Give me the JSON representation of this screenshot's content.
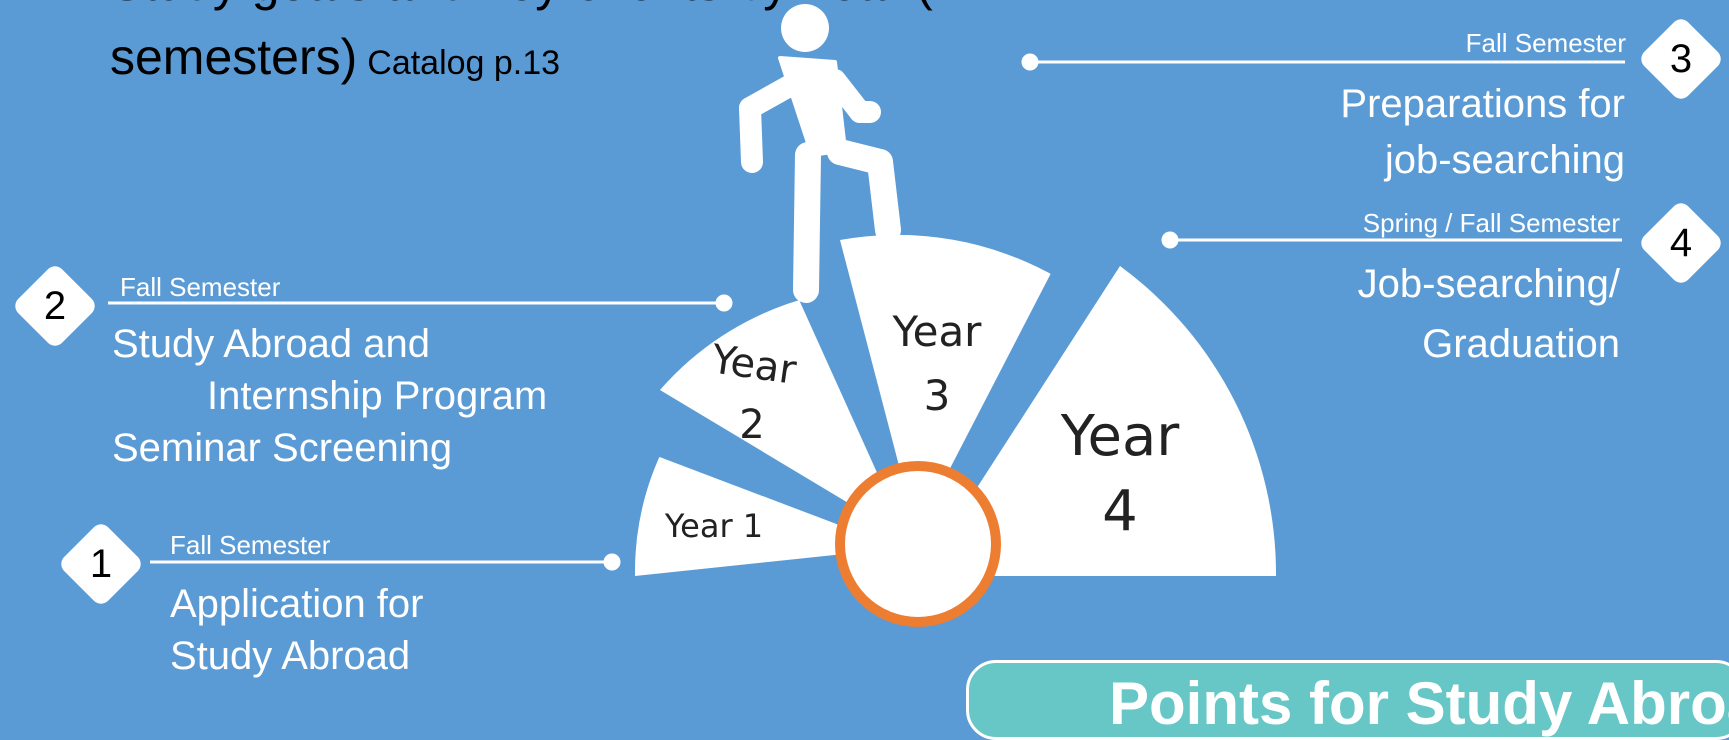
{
  "title": {
    "line1": "Study goals and key events by Year (",
    "line2": "semesters)",
    "catalog_ref": "Catalog p.13"
  },
  "steps": [
    {
      "number": "1",
      "semester": "Fall Semester",
      "lines": [
        "Application for",
        "Study Abroad"
      ]
    },
    {
      "number": "2",
      "semester": "Fall Semester",
      "lines": [
        "Study Abroad and",
        "Internship Program",
        "Seminar Screening"
      ]
    },
    {
      "number": "3",
      "semester": "Fall Semester",
      "lines": [
        "Preparations for",
        "job-searching"
      ]
    },
    {
      "number": "4",
      "semester": "Spring / Fall Semester",
      "lines": [
        "Job-searching/",
        "Graduation"
      ]
    }
  ],
  "years": [
    {
      "label": "Year 1"
    },
    {
      "label_a": "Year",
      "label_b": "2"
    },
    {
      "label_a": "Year",
      "label_b": "3"
    },
    {
      "label_a": "Year",
      "label_b": "4"
    }
  ],
  "callout": {
    "text": "Points for Study Abroad"
  },
  "colors": {
    "background": "#5b9bd5",
    "segment_fill": "#ffffff",
    "hub_ring": "#ed7d31",
    "callout_fill": "#67c6c6",
    "text_dark": "#000000"
  },
  "icons": {
    "figure": "person-climbing-steps-icon"
  }
}
